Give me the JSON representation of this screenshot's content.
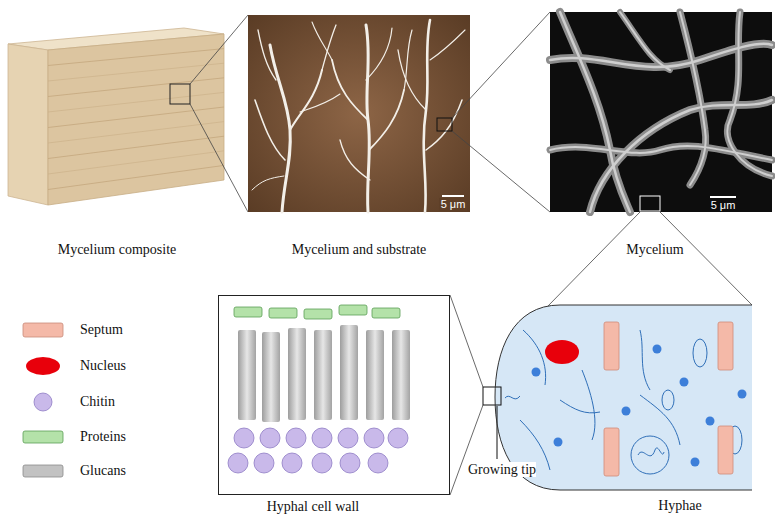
{
  "diagram": {
    "nodes": [
      {
        "text": [
          "Mycelium composite"
        ]
      },
      {
        "text": [
          "5 μm",
          "Mycelium and substrate"
        ]
      },
      {
        "text": [
          "5 μm",
          "Mycelium"
        ]
      },
      {
        "text": [
          "Hyphal cell wall"
        ]
      },
      {
        "text": [
          "Hyphae"
        ]
      }
    ],
    "labels": [
      "Growing tip"
    ],
    "legend": [
      {
        "text": "Septum",
        "color": "#f4b9a8"
      },
      {
        "text": "Nucleus",
        "color": "#e8000b"
      },
      {
        "text": "Chitin",
        "color": "#c9b9ea"
      },
      {
        "text": "Proteins",
        "color": "#b4e2a9"
      },
      {
        "text": "Glucans",
        "color": "#c2c2c2"
      }
    ]
  }
}
